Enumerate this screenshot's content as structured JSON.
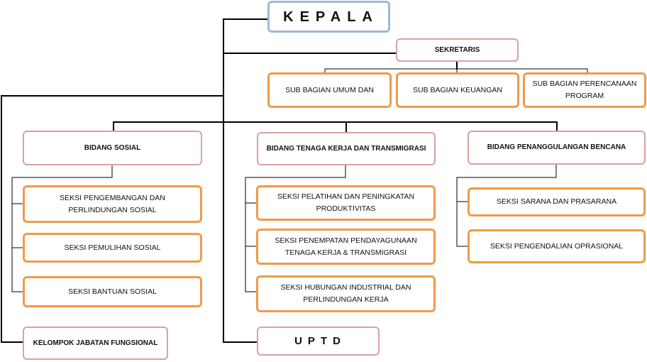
{
  "chart": {
    "head": "KEPALA",
    "secretary": "SEKRETARIS",
    "sub_sections": [
      "SUB BAGIAN UMUM DAN",
      "SUB BAGIAN KEUANGAN",
      "SUB BAGIAN PERENCANAAN PROGRAM"
    ],
    "divisions": [
      {
        "title": "BIDANG SOSIAL",
        "sections": [
          "SEKSI PENGEMBANGAN DAN PERLINDUNGAN SOSIAL",
          "SEKSI PEMULIHAN SOSIAL",
          "SEKSI BANTUAN SOSIAL"
        ]
      },
      {
        "title": "BIDANG TENAGA KERJA DAN TRANSMIGRASI",
        "sections": [
          "SEKSI PELATIHAN DAN PENINGKATAN PRODUKTIVITAS",
          "SEKSI PENEMPATAN PENDAYAGUNAAN TENAGA KERJA & TRANSMIGRASI",
          "SEKSI HUBUNGAN INDUSTRIAL DAN PERLINDUNGAN KERJA"
        ]
      },
      {
        "title": "BIDANG PENANGGULANGAN BENCANA",
        "sections": [
          "SEKSI SARANA DAN PRASARANA",
          "SEKSI PENGENDALIAN OPRASIONAL"
        ]
      }
    ],
    "functional_group": "KELOMPOK JABATAN FUNGSIONAL",
    "uptd": "UPTD"
  }
}
